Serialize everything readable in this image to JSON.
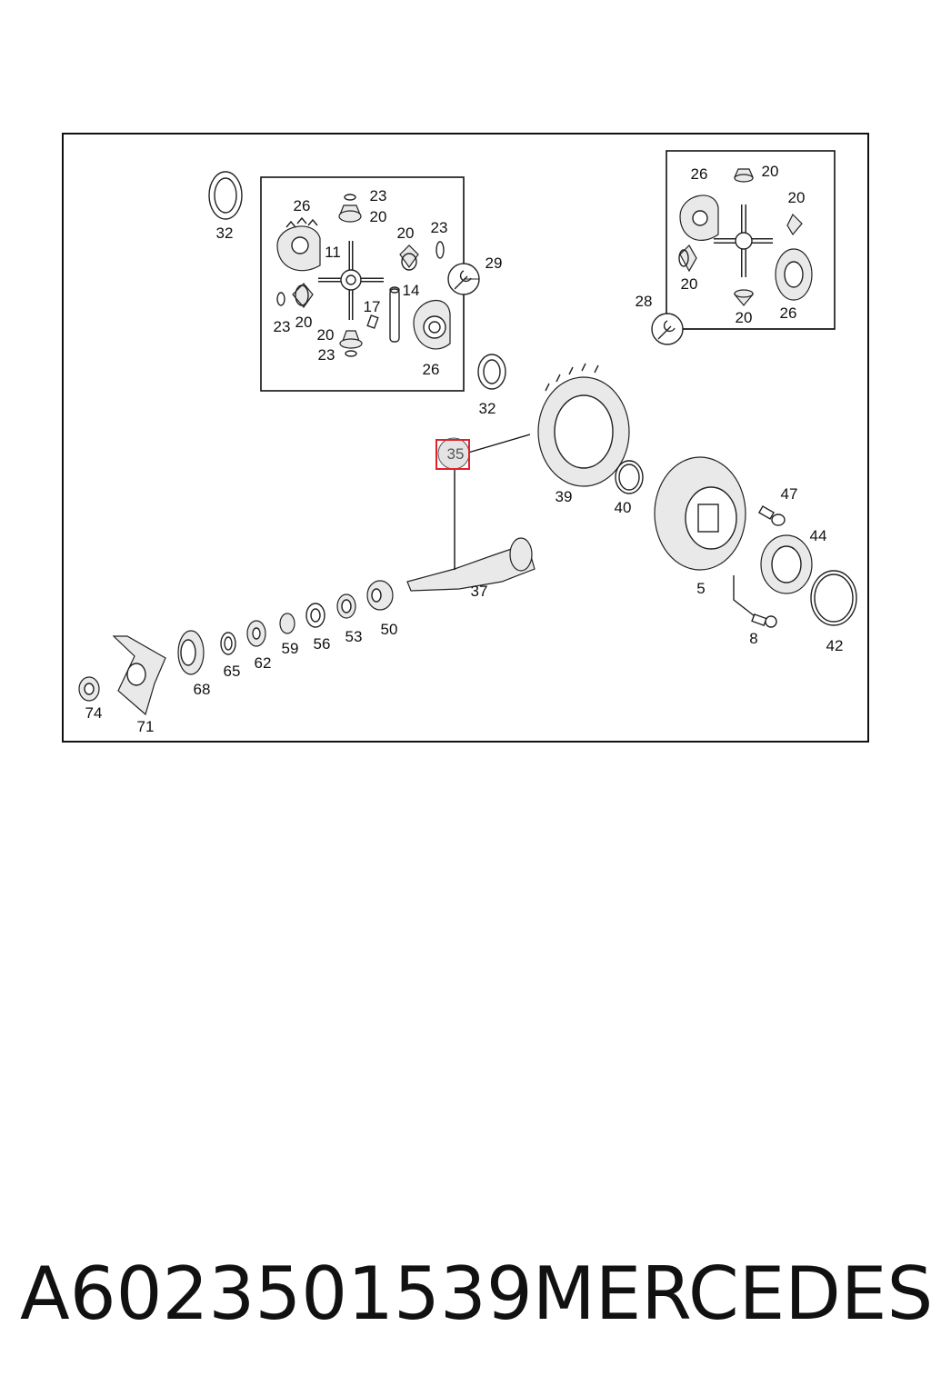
{
  "diagram": {
    "callouts": {
      "c32a": "32",
      "c26a": "26",
      "c23a": "23",
      "c20a": "20",
      "c11": "11",
      "c20b": "20",
      "c23b": "23",
      "c14": "14",
      "c23c": "23",
      "c20c": "20",
      "c17": "17",
      "c20d": "20",
      "c23d": "23",
      "c26b": "26",
      "c29": "29",
      "c32b": "32",
      "c26c": "26",
      "c20e": "20",
      "c20f": "20",
      "c20g": "20",
      "c20h": "20",
      "c26d": "26",
      "c28": "28",
      "c35": "35",
      "c39": "39",
      "c40": "40",
      "c47": "47",
      "c44": "44",
      "c5": "5",
      "c8": "8",
      "c42": "42",
      "c37": "37",
      "c50": "50",
      "c53": "53",
      "c56": "56",
      "c59": "59",
      "c62": "62",
      "c65": "65",
      "c68": "68",
      "c71": "71",
      "c74": "74"
    },
    "highlight_color": "#e0202a"
  },
  "caption": {
    "part_number": "A6023501539",
    "brand": "MERCEDES"
  }
}
